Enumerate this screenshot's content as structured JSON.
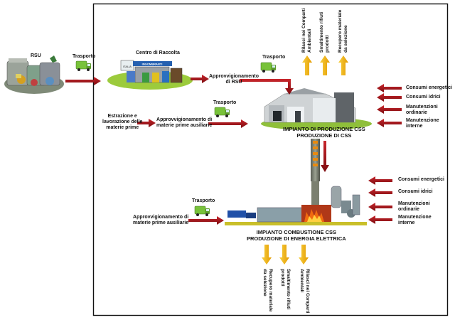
{
  "labels": {
    "rsu": "RSU",
    "trasporto_1": "Trasporto",
    "centro_raccolta": "Centro di Raccolta",
    "approv_rsu": [
      "Approvvigionamento",
      "di RSU"
    ],
    "trasporto_2": "Trasporto",
    "trasporto_3": "Trasporto",
    "estrazione": [
      "Estrazione e",
      "lavorazione delle",
      "materie prime"
    ],
    "approv_ausiliarie_1": [
      "Approvvigionamento di",
      "materie prime ausiliarie"
    ],
    "impianto_css": [
      "IMPIANTO DI PRODUZIONE CSS",
      "PRODUZIONE DI CSS"
    ],
    "trasporto_4": "Trasporto",
    "approv_ausiliarie_2": [
      "Approvvigionamento di",
      "materie prime ausiliarie"
    ],
    "impianto_combustione": [
      "IMPIANTO COMBUSTIONE CSS",
      "PRODUZIONE DI ENERGIA ELETTRICA"
    ],
    "sign_italia": "ITALIA",
    "sign_ingombranti": "INGOMBRANTI"
  },
  "outputs_top": [
    [
      "Rilasci nei Comparti",
      "Ambientali"
    ],
    [
      "Smaltimento rifiuti",
      "prodotti"
    ],
    [
      "Recupero materiale",
      "da selezione"
    ]
  ],
  "outputs_bottom": [
    [
      "Recupero materiale",
      "da selezione"
    ],
    [
      "Smaltimento rifiuti",
      "prodotti"
    ],
    [
      "Rilasci nei Comparti",
      "Ambientali"
    ]
  ],
  "inputs_upper": [
    [
      "Consumi energetici"
    ],
    [
      "Consumi idrici"
    ],
    [
      "Manutenzioni",
      "ordinarie"
    ],
    [
      "Manutenzione",
      "interne"
    ]
  ],
  "inputs_lower": [
    [
      "Consumi energetici"
    ],
    [
      "Consumi idrici"
    ],
    [
      "Manutenzioni",
      "ordinarie"
    ],
    [
      "Manutenzione",
      "interne"
    ]
  ],
  "colors": {
    "arrow_red": "#a01218",
    "arrow_orange": "#f0b400",
    "truck_green": "#78c23a",
    "grass": "#9ccb3c",
    "fire": "#f06a10",
    "frame": "#111111"
  }
}
